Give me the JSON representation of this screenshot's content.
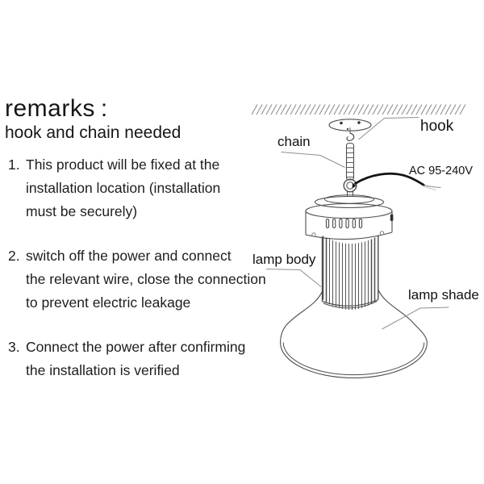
{
  "remarks": {
    "title": "remarks",
    "colon": ":",
    "subtitle": "hook and chain needed",
    "items": [
      {
        "number": "1.",
        "lines": [
          "This product will be fixed at the",
          "installation location  (installation",
          "must be securely)"
        ]
      },
      {
        "number": "2.",
        "lines": [
          "switch off the power and connect",
          "the relevant wire, close the connection",
          "to prevent electric leakage"
        ]
      },
      {
        "number": "3.",
        "lines": [
          "Connect the power after confirming",
          "the installation is verified"
        ]
      }
    ]
  },
  "diagram": {
    "labels": {
      "hook": "hook",
      "chain": "chain",
      "power": "AC 95-240V",
      "lamp_body": "lamp body",
      "lamp_shade": "lamp shade"
    },
    "colors": {
      "line": "#4d4d4d",
      "hatch": "#8f8f8f",
      "leader": "#8f8f8f",
      "wire": "#131313",
      "text": "#1a1a1a"
    }
  }
}
